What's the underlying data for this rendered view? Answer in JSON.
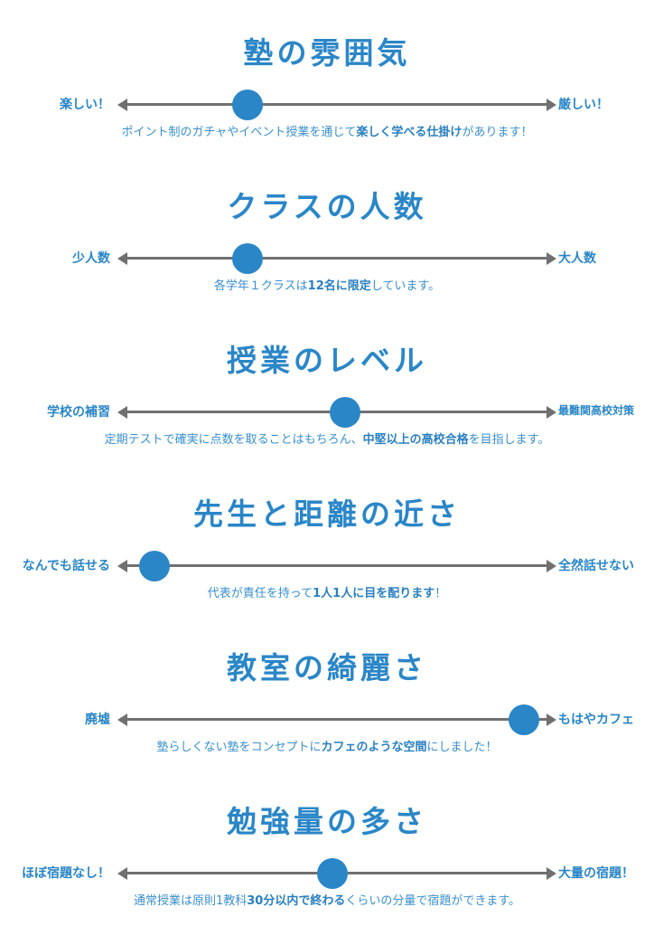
{
  "sections": [
    {
      "title": "塾の雰囲気",
      "left": "楽しい！",
      "right": "厳しい！",
      "level": 0.29,
      "desc": [
        {
          "text": "ポイント制のガチャやイベント授業を通じて",
          "bold": false
        },
        {
          "text": "楽しく学べる仕掛け",
          "bold": true
        },
        {
          "text": "があります！",
          "bold": false
        }
      ]
    },
    {
      "title": "クラスの人数",
      "left": "少人数",
      "right": "大人数",
      "level": 0.29,
      "desc": [
        {
          "text": "各学年１クラスは",
          "bold": false
        },
        {
          "text": "12名に限定",
          "bold": true
        },
        {
          "text": "しています。",
          "bold": false
        }
      ]
    },
    {
      "title": "授業のレベル",
      "left": "学校の補習",
      "right": "最難関高校対策",
      "level": 0.52,
      "desc": [
        {
          "text": "定期テストで確実に点数を取ることはもちろん、",
          "bold": false
        },
        {
          "text": "中堅以上の高校合格",
          "bold": true
        },
        {
          "text": "を目指します。",
          "bold": false
        }
      ]
    },
    {
      "title": "先生と距離の近さ",
      "left": "なんでも話せる",
      "right": "全然話せない",
      "level": 0.07,
      "desc": [
        {
          "text": "代表が責任を持って",
          "bold": false
        },
        {
          "text": "1人1人に目を配ります",
          "bold": true
        },
        {
          "text": "！",
          "bold": false
        }
      ]
    },
    {
      "title": "教室の綺麗さ",
      "left": "廃墟",
      "right": "もはやカフェ",
      "level": 0.94,
      "desc": [
        {
          "text": "塾らしくない塾をコンセプトに",
          "bold": false
        },
        {
          "text": "カフェのような空間",
          "bold": true
        },
        {
          "text": "にしました！",
          "bold": false
        }
      ]
    },
    {
      "title": "勉強量の多さ",
      "left": "ほぼ宿題なし！",
      "right": "大量の宿題！",
      "level": 0.49,
      "desc": [
        {
          "text": "通常授業は原則1教科",
          "bold": false
        },
        {
          "text": "30分以内で終わる",
          "bold": true
        },
        {
          "text": "くらいの分量で宿題ができます。",
          "bold": false
        }
      ]
    }
  ]
}
